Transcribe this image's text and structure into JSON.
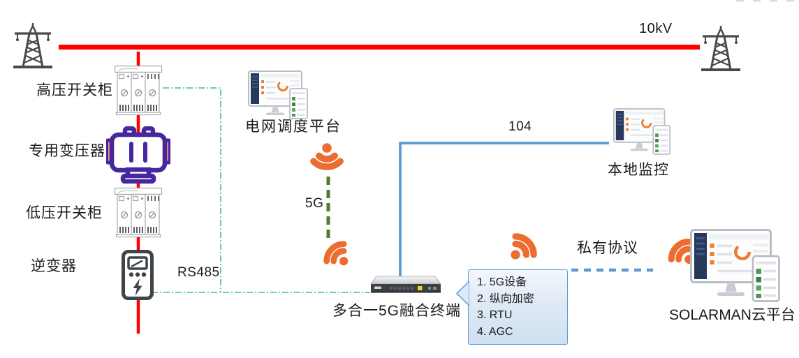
{
  "nodes": {
    "voltage_label": "10kV",
    "hv_switchgear": "高压开关柜",
    "transformer": "专用变压器",
    "lv_switchgear": "低压开关柜",
    "inverter": "逆变器",
    "grid_dispatch_platform": "电网调度平台",
    "local_monitor": "本地监控",
    "fusion_terminal": "多合一5G融合终端",
    "solarman_cloud": "SOLARMAN云平台"
  },
  "links": {
    "rs485": "RS485",
    "fiveg": "5G",
    "iec104": "104",
    "private_protocol": "私有协议"
  },
  "callout": {
    "items": [
      "1. 5G设备",
      "2. 纵向加密",
      "3. RTU",
      "4. AGC"
    ]
  },
  "colors": {
    "power_line_red": "#FF0000",
    "rs485_teal": "#57C7A3",
    "fiveg_green": "#4F7B31",
    "link_blue": "#5B9BD5",
    "wifi_orange": "#ED6C30",
    "transformer_purple": "#46279E",
    "transformer_fin_orange": "#F49C78",
    "callout_fill": "#DCE9F5",
    "device_body": "#3A4046"
  },
  "icons": {
    "tower": "transmission-tower-icon",
    "switchgear": "switchgear-cabinet-icon",
    "transformer": "transformer-icon",
    "inverter": "inverter-icon",
    "monitor": "monitor-dashboard-icon",
    "wifi": "wifi-signal-icon",
    "terminal": "rack-terminal-icon"
  }
}
